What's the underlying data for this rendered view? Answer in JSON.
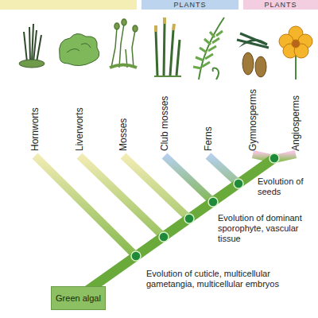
{
  "diagram": {
    "nodes": [
      {
        "text": [
          "Green algal"
        ]
      }
    ],
    "labels": [
      "PLANTS",
      "PLANTS",
      "Hornworts",
      "Liverworts",
      "Mosses",
      "Club mosses",
      "Ferns",
      "Gymnosperms",
      "Angiosperms",
      "Evolution of seeds",
      "Evolution of dominant sporophyte, vascular tissue",
      "Evolution of cuticle, multicellular gametangia, multicellular embryos"
    ]
  }
}
